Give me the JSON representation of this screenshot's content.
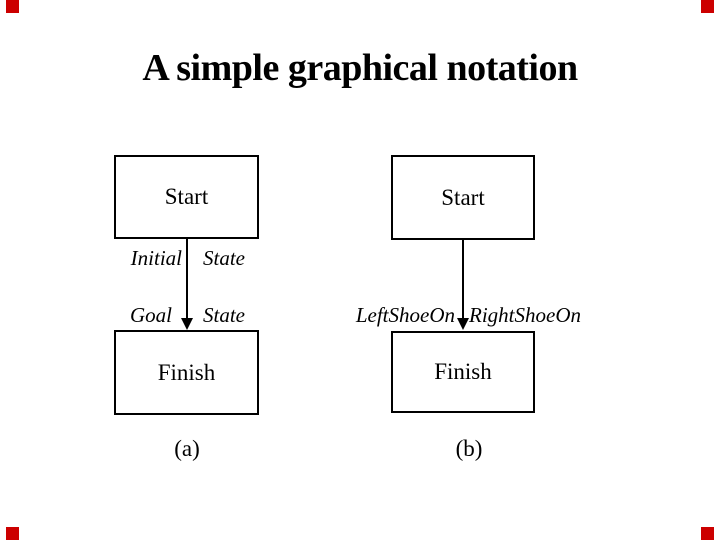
{
  "slide": {
    "title": "A simple graphical notation",
    "corner_marker_color": "#cc0000",
    "diagrams": [
      {
        "caption": "(a)",
        "start_label": "Start",
        "finish_label": "Finish",
        "edge_labels": {
          "row1_left": "Initial",
          "row1_right": "State",
          "row2_left": "Goal",
          "row2_right": "State"
        }
      },
      {
        "caption": "(b)",
        "start_label": "Start",
        "finish_label": "Finish",
        "edge_labels": {
          "left": "LeftShoeOn",
          "right": "RightShoeOn"
        }
      }
    ]
  }
}
